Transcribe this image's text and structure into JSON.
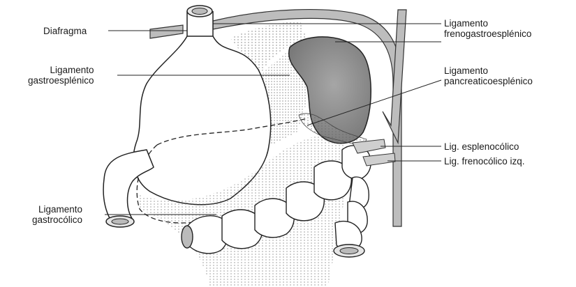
{
  "labels": {
    "diafragma": "Diafragma",
    "lig_frenogastro_1": "Ligamento",
    "lig_frenogastro_2": "frenogastroesplénico",
    "lig_gastroesp_1": "Ligamento",
    "lig_gastroesp_2": "gastroesplénico",
    "lig_pancreat_1": "Ligamento",
    "lig_pancreat_2": "pancreaticoesplénico",
    "lig_esplenocolico": "Lig. esplenocólico",
    "lig_frenocolico": "Lig. frenocólico izq.",
    "lig_gastrocolico_1": "Ligamento",
    "lig_gastrocolico_2": "gastrocólico"
  },
  "colors": {
    "ink": "#1a1a1a",
    "spleen": "#8f8f8f",
    "diaphragm": "#b9b9b9",
    "background": "#ffffff"
  }
}
